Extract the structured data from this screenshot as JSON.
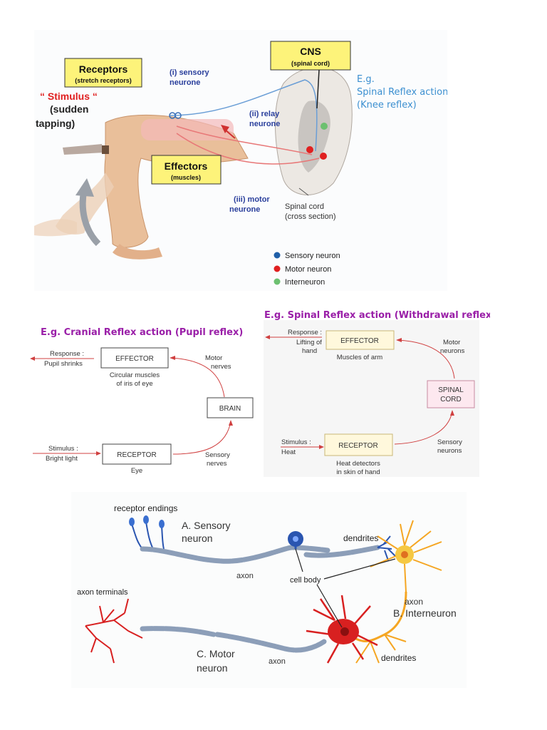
{
  "knee": {
    "receptors_title": "Receptors",
    "receptors_sub": "(stretch receptors)",
    "stimulus_title": "“ Stimulus “",
    "stimulus_l1": "(sudden",
    "stimulus_l2": "tapping)",
    "sensory_l1": "(i) sensory",
    "sensory_l2": "neurone",
    "relay_l1": "(ii) relay",
    "relay_l2": "neurone",
    "motor_l1": "(iii) motor",
    "motor_l2": "neurone",
    "cns_title": "CNS",
    "cns_sub": "(spinal cord)",
    "effectors_title": "Effectors",
    "effectors_sub": "(muscles)",
    "cord_l1": "Spinal cord",
    "cord_l2": "(cross section)",
    "legend": [
      {
        "label": "Sensory neuron",
        "color": "#1f5fa8"
      },
      {
        "label": "Motor neuron",
        "color": "#e02020"
      },
      {
        "label": "Interneuron",
        "color": "#6cc070"
      }
    ],
    "eg_l1": "E.g.",
    "eg_l2": "Spinal Reflex action",
    "eg_l3": "(Knee reflex)"
  },
  "pupil": {
    "title": "E.g. Cranial Reflex action (Pupil reflex)",
    "response_l1": "Response :",
    "response_l2": "Pupil shrinks",
    "effector": "EFFECTOR",
    "effector_d1": "Circular muscles",
    "effector_d2": "of iris of eye",
    "motor_l1": "Motor",
    "motor_l2": "nerves",
    "brain": "BRAIN",
    "stimulus_l1": "Stimulus :",
    "stimulus_l2": "Bright light",
    "receptor": "RECEPTOR",
    "receptor_d": "Eye",
    "sensory_l1": "Sensory",
    "sensory_l2": "nerves"
  },
  "withdrawal": {
    "title": "E.g. Spinal Reflex action (Withdrawal reflex)",
    "response_l1": "Response :",
    "response_l2": "Lifting of",
    "response_l3": "hand",
    "effector": "EFFECTOR",
    "effector_d": "Muscles of arm",
    "motor_l1": "Motor",
    "motor_l2": "neurons",
    "cord_l1": "SPINAL",
    "cord_l2": "CORD",
    "stimulus_l1": "Stimulus :",
    "stimulus_l2": "Heat",
    "receptor": "RECEPTOR",
    "receptor_d1": "Heat detectors",
    "receptor_d2": "in skin of hand",
    "sensory_l1": "Sensory",
    "sensory_l2": "neurons"
  },
  "neurons": {
    "receptor_endings": "receptor endings",
    "sensory_l1": "A. Sensory",
    "sensory_l2": "neuron",
    "axon_a": "axon",
    "dendrites_top": "dendrites",
    "cell_body": "cell body",
    "axon_terminals": "axon terminals",
    "axon_b": "axon",
    "interneuron": "B. Interneuron",
    "motor_l1": "C. Motor",
    "motor_l2": "neuron",
    "axon_c": "axon",
    "dendrites_bottom": "dendrites"
  },
  "colors": {
    "label_box": "#fdf37a",
    "sensory": "#1f5fa8",
    "motor": "#e02020",
    "inter": "#f5a623",
    "eg_blue": "#3b8fd0",
    "purple": "#9a1fa8"
  }
}
